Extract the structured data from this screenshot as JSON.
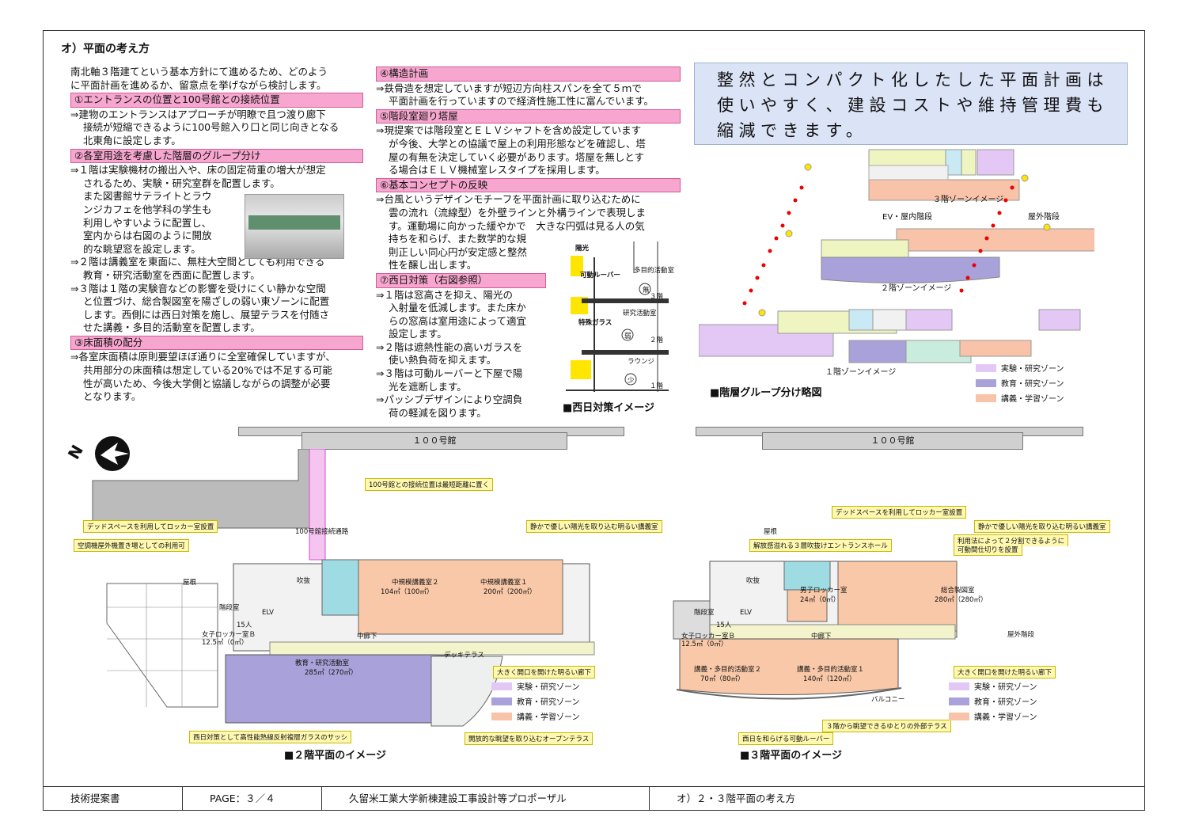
{
  "title": "オ）平面の考え方",
  "col1": {
    "intro": [
      "南北軸３階建てという基本方針にて進めるため、どのよう",
      "に平面計画を進めるか、留意点を挙げながら検討します。"
    ],
    "s1_title": "①エントランスの位置と100号館との接続位置",
    "s1_lines": [
      "⇒建物のエントランスはアプローチが明瞭で且つ渡り廊下",
      "接続が短縮できるように100号館入り口と同じ向きとなる",
      "北東角に設定します。"
    ],
    "s2_title": "②各室用途を考慮した階層のグループ分け",
    "s2_lines": [
      "⇒１階は実験機材の搬出入や、床の固定荷重の増大が想定",
      "されるため、実験・研究室群を配置します。",
      "また図書館サテライトとラウ",
      "ンジカフェを他学科の学生も",
      "利用しやすいように配置し、",
      "室内からは右図のように開放",
      "的な眺望窓を設定します。",
      "⇒２階は講義室を東面に、無柱大空間としても利用できる",
      "教育・研究活動室を西面に配置します。",
      "⇒３階は１階の実験音などの影響を受けにくい静かな空間",
      "と位置づけ、総合製図室を陽ざしの弱い東ゾーンに配置",
      "します。西側には西日対策を施し、展望テラスを付随さ",
      "せた講義・多目的活動室を配置します。"
    ],
    "s3_title": "③床面積の配分",
    "s3_lines": [
      "⇒各室床面積は原則要望ほぼ通りに全室確保していますが、",
      "共用部分の床面積は想定している20%では不足する可能",
      "性が高いため、今後大学側と協議しながらの調整が必要",
      "となります。"
    ]
  },
  "col2": {
    "s4_title": "④構造計画",
    "s4_lines": [
      "⇒鉄骨造を想定していますが短辺方向柱スパンを全て５ｍで",
      "平面計画を行っていますので経済性施工性に富んでいます。"
    ],
    "s5_title": "⑤階段室廻り塔屋",
    "s5_lines": [
      "⇒現提案では階段室とＥＬＶシャフトを含め設定しています",
      "が今後、大学との協議で屋上の利用形態などを確認し、塔",
      "屋の有無を決定していく必要があります。塔屋を無しとす",
      "る場合はＥＬＶ機械室レスタイプを採用します。"
    ],
    "s6_title": "⑥基本コンセプトの反映",
    "s6_lines": [
      "⇒台風というデザインモチーフを平面計画に取り込むために",
      "雲の流れ（流線型）を外壁ラインと外構ラインで表現しま",
      "す。運動場に向かった緩やかで　大きな円弧は見る人の気",
      "持ちを和らげ、また数学的な規",
      "則正しい同心円が安定感と整然",
      "性を醸し出します。"
    ],
    "s7_title": "⑦西日対策（右図参照）",
    "s7_lines": [
      "⇒１階は窓高さを抑え、陽光の",
      "入射量を低減します。また床か",
      "らの窓高は室用途によって適宜",
      "設定します。",
      "⇒２階は遮熱性能の高いガラスを",
      "使い熱負荷を抑えます。",
      "⇒３階は可動ルーバーと下屋で陽",
      "光を遮断します。",
      "⇒パッシブデザインにより空調負",
      "荷の軽減を図ります。"
    ]
  },
  "notice": [
    "整然とコンパクト化したした平面計画は",
    "使いやすく、建設コストや維持管理費も",
    "縮減できます。"
  ],
  "section_diagram": {
    "labels": [
      "陽光",
      "可動ルーバー",
      "多目的活動室",
      "無",
      "３階",
      "研究活動室",
      "特殊ガラス",
      "弱",
      "２階",
      "ラウンジ",
      "少",
      "１階"
    ],
    "caption": "■西日対策イメージ"
  },
  "zone_diagram": {
    "labels": [
      "３階ゾーンイメージ",
      "EV・屋内階段",
      "屋外階段",
      "２階ゾーンイメージ",
      "１階ゾーンイメージ"
    ],
    "caption": "■階層グループ分け略図"
  },
  "legend": [
    {
      "label": "実験・研究ゾーン",
      "color": "#e3c8f6"
    },
    {
      "label": "教育・研究ゾーン",
      "color": "#a9a1d9"
    },
    {
      "label": "講義・学習ゾーン",
      "color": "#f8c3a8"
    }
  ],
  "plan2": {
    "building": "１００号館",
    "compass": "N",
    "callouts": [
      "100号館との接続位置は最短距離に置く",
      "デッドスペースを利用してロッカー室設置",
      "空調機屋外機置き場としての利用可",
      "静かで優しい陽光を取り込む明るい講義室",
      "大きく開口を開けた明るい廊下",
      "西日対策として高性能熱線反射複層ガラスのサッシ",
      "開放的な眺望を取り込むオープンテラス"
    ],
    "rooms": [
      "中規模講義室２",
      "104㎡（100㎡）",
      "中規模講義室１",
      "200㎡（200㎡）",
      "教育・研究活動室",
      "285㎡（270㎡）",
      "階段室",
      "女子ロッカー室Ｂ",
      "12.5㎡（0㎡）",
      "15人",
      "ELV",
      "中廊下",
      "吹抜",
      "屋根",
      "デッキテラス",
      "100号館接続通路"
    ],
    "caption": "■２階平面のイメージ"
  },
  "plan3": {
    "building": "１００号館",
    "callouts": [
      "デッドスペースを利用してロッカー室設置",
      "静かで優しい陽光を取り込む明るい講義室",
      "解放感溢れる３層吹抜けエントランスホール",
      "利用法によって２分割できるように",
      "可動間仕切りを設置",
      "大きく開口を開けた明るい廊下",
      "３階から眺望できるゆとりの外部テラス",
      "西日を和らげる可動ルーバー"
    ],
    "rooms": [
      "男子ロッカー室",
      "24㎡（0㎡）",
      "総合製図室",
      "280㎡（280㎡）",
      "講義・多目的活動室２",
      "70㎡（80㎡）",
      "講義・多目的活動室１",
      "140㎡（120㎡）",
      "階段室",
      "女子ロッカー室Ｂ",
      "12.5㎡（0㎡）",
      "15人",
      "ELV",
      "中廊下",
      "吹抜",
      "屋根",
      "屋外階段",
      "バルコニー"
    ],
    "caption": "■３階平面のイメージ"
  },
  "footer": {
    "doc": "技術提案書",
    "page": "PAGE：３／４",
    "project": "久留米工業大学新棟建設工事設計等プロポーザル",
    "section": "オ）２・３階平面の考え方"
  }
}
